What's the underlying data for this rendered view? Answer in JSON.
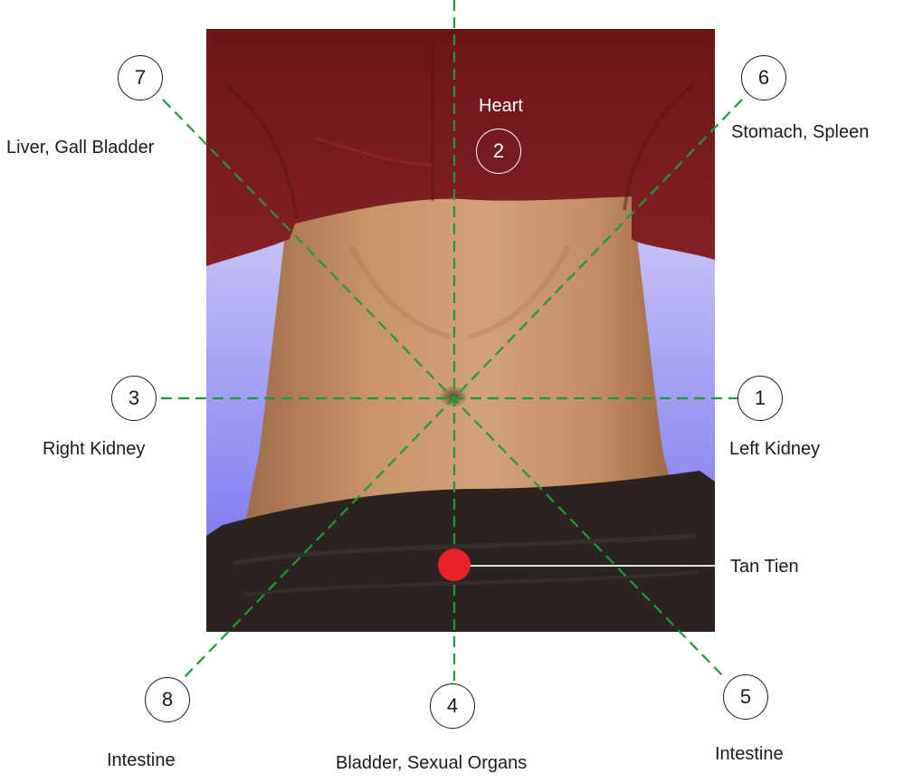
{
  "points": [
    {
      "number": "1",
      "organ": "Left Kidney"
    },
    {
      "number": "2",
      "organ": "Heart"
    },
    {
      "number": "3",
      "organ": "Right Kidney"
    },
    {
      "number": "4",
      "organ": "Bladder, Sexual Organs"
    },
    {
      "number": "5",
      "organ": "Intestine"
    },
    {
      "number": "6",
      "organ": "Stomach, Spleen"
    },
    {
      "number": "7",
      "organ": "Liver, Gall Bladder"
    },
    {
      "number": "8",
      "organ": "Intestine"
    }
  ],
  "tan_tien": {
    "label": "Tan Tien",
    "marker_color": "#e8232a"
  },
  "colors": {
    "guide_line": "#1f9a3a",
    "shirt": "#7a1c1e",
    "skin": "#c9956a",
    "backdrop": "#7d78ee",
    "pants": "#2a2320"
  }
}
